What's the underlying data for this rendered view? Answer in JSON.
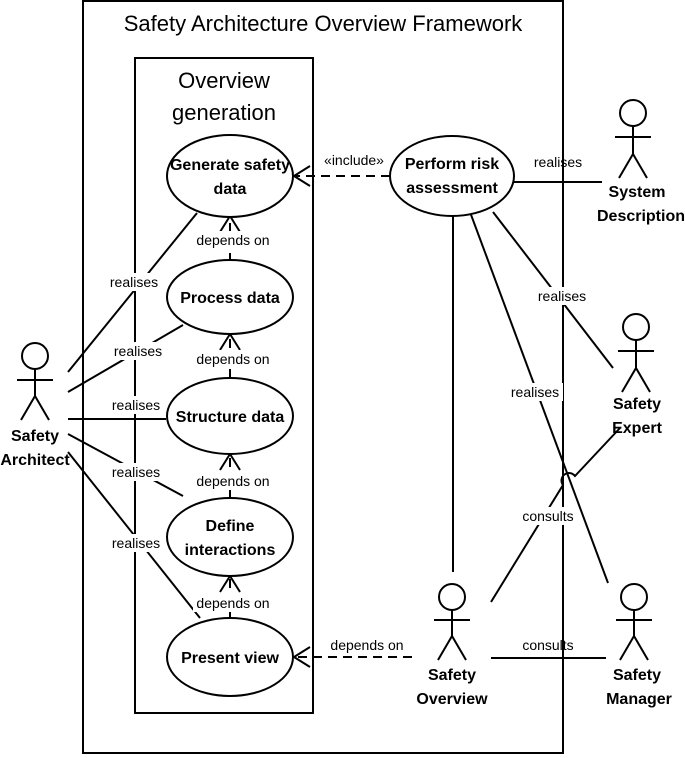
{
  "diagram": {
    "system_title": "Safety Architecture Overview Framework",
    "subsystem_title_line1": "Overview",
    "subsystem_title_line2": "generation"
  },
  "use_cases": {
    "generate": {
      "line1": "Generate safety",
      "line2": "data"
    },
    "process": {
      "label": "Process data"
    },
    "structure": {
      "label": "Structure data"
    },
    "define": {
      "line1": "Define",
      "line2": "interactions"
    },
    "present": {
      "label": "Present view"
    },
    "risk": {
      "line1": "Perform risk",
      "line2": "assessment"
    }
  },
  "actors": {
    "architect": {
      "line1": "Safety",
      "line2": "Architect"
    },
    "system_description": {
      "line1": "System",
      "line2": "Description"
    },
    "expert": {
      "line1": "Safety",
      "line2": "Expert"
    },
    "overview": {
      "line1": "Safety",
      "line2": "Overview"
    },
    "manager": {
      "line1": "Safety",
      "line2": "Manager"
    }
  },
  "relations": {
    "include": "«include»",
    "depends_on": "depends on",
    "realises": "realises",
    "consults": "consults"
  }
}
